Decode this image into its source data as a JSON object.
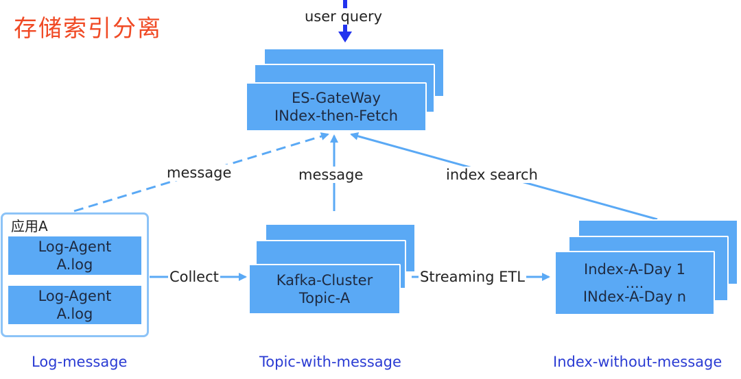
{
  "title": "存储索引分离",
  "top_label": "user query",
  "gateway": {
    "line1": "ES-GateWay",
    "line2": "INdex-then-Fetch"
  },
  "app": {
    "label": "应用A",
    "agents": [
      {
        "line1": "Log-Agent",
        "line2": "A.log"
      },
      {
        "line1": "Log-Agent",
        "line2": "A.log"
      }
    ]
  },
  "kafka": {
    "line1": "Kafka-Cluster",
    "line2": "Topic-A"
  },
  "index": {
    "line1": "Index-A-Day 1",
    "line2": "....",
    "line3": "INdex-A-Day n"
  },
  "edges": {
    "msg_left": "message",
    "msg_mid": "message",
    "index_search": "index search",
    "collect": "Collect",
    "etl": "Streaming ETL"
  },
  "footers": {
    "left": "Log-message",
    "mid": "Topic-with-message",
    "right": "Index-without-message"
  },
  "colors": {
    "box": "#5aa9f5",
    "arrow": "#5aa9f5",
    "query_arrow": "#2233ee",
    "title": "#f04a25",
    "footer": "#2a3bd3"
  }
}
